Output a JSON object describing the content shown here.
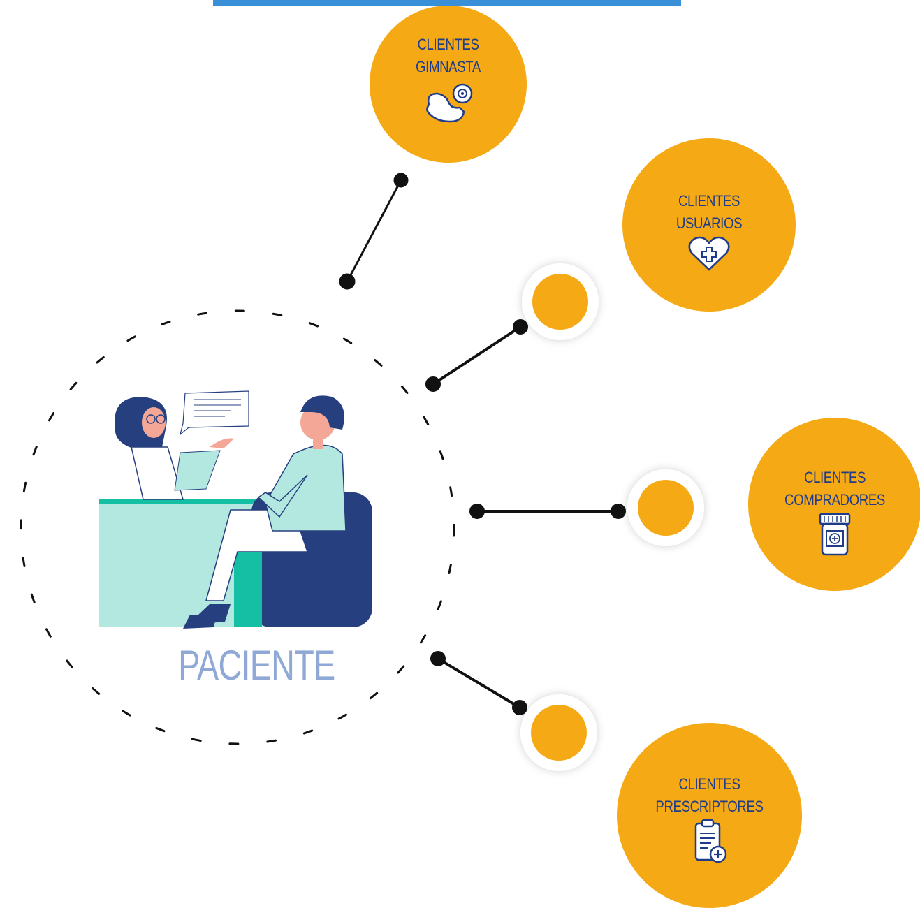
{
  "colors": {
    "accent": "#f5a914",
    "text": "#1f3c8a",
    "center_label": "#8fa8d6",
    "top_bar": "#3a8fd9"
  },
  "center": {
    "label": "PACIENTE"
  },
  "nodes": [
    {
      "line1": "CLIENTES",
      "line2": "GIMNASTA",
      "icon": "flexed-bicep-icon"
    },
    {
      "line1": "CLIENTES",
      "line2": "USUARIOS",
      "icon": "heart-medical-cross-icon"
    },
    {
      "line1": "CLIENTES",
      "line2": "COMPRADORES",
      "icon": "pill-bottle-icon"
    },
    {
      "line1": "CLIENTES",
      "line2": "PRESCRIPTORES",
      "icon": "medical-clipboard-icon"
    }
  ]
}
